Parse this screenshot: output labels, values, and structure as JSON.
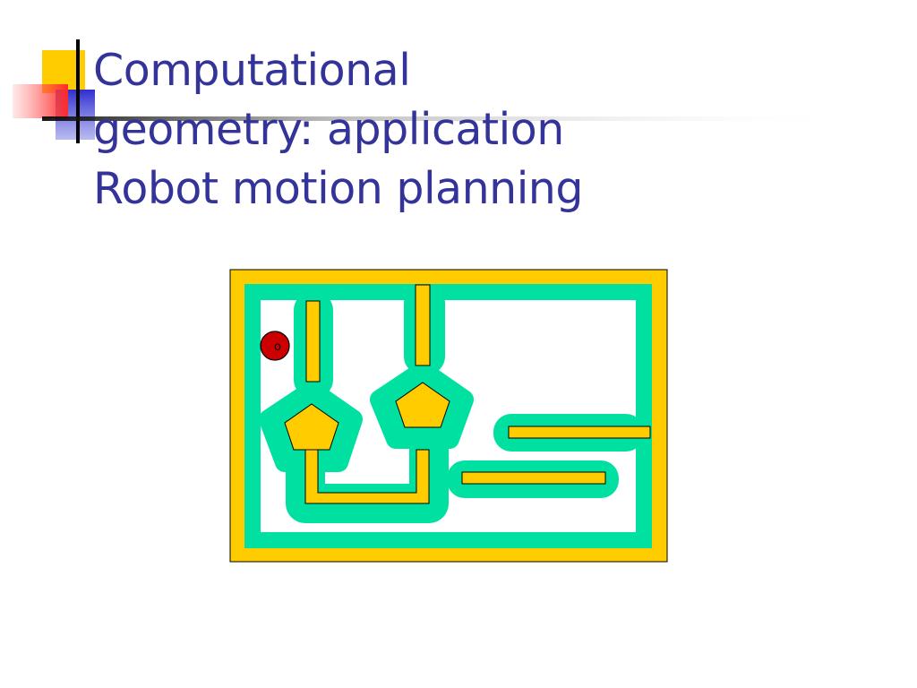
{
  "slide": {
    "title_lines": [
      "Computational",
      "geometry: application",
      "Robot motion planning"
    ]
  },
  "diagram": {
    "robot_label": "o"
  },
  "colors": {
    "title": "#333399",
    "obstacle": "#ffcc00",
    "configuration_space": "#00e0a0",
    "robot": "#cc0000",
    "accent_yellow": "#ffcc00",
    "accent_blue": "#3333cc",
    "accent_red": "#ff3333"
  }
}
